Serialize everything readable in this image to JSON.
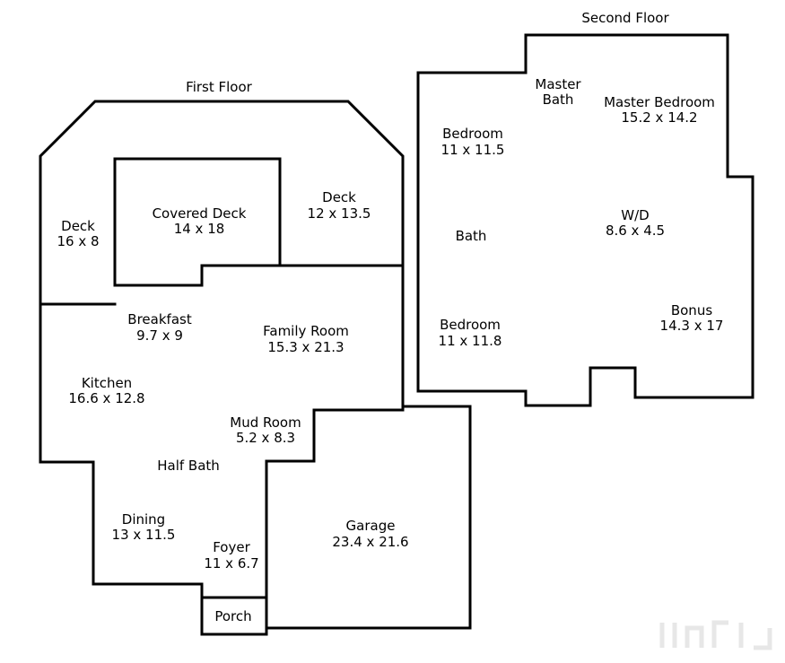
{
  "floors": {
    "first": "First Floor",
    "second": "Second Floor"
  },
  "rooms": {
    "deck_left": {
      "name": "Deck",
      "size": "16 x 8"
    },
    "covered_deck": {
      "name": "Covered Deck",
      "size": "14 x 18"
    },
    "deck_right": {
      "name": "Deck",
      "size": "12 x 13.5"
    },
    "breakfast": {
      "name": "Breakfast",
      "size": "9.7 x 9"
    },
    "family_room": {
      "name": "Family Room",
      "size": "15.3 x 21.3"
    },
    "kitchen": {
      "name": "Kitchen",
      "size": "16.6 x 12.8"
    },
    "mud_room": {
      "name": "Mud Room",
      "size": "5.2 x 8.3"
    },
    "half_bath": {
      "name": "Half Bath"
    },
    "dining": {
      "name": "Dining",
      "size": "13 x 11.5"
    },
    "foyer": {
      "name": "Foyer",
      "size": "11 x 6.7"
    },
    "garage": {
      "name": "Garage",
      "size": "23.4 x 21.6"
    },
    "porch": {
      "name": "Porch"
    },
    "master_bath": {
      "line1": "Master",
      "line2": "Bath"
    },
    "master_bedroom": {
      "name": "Master Bedroom",
      "size": "15.2 x 14.2"
    },
    "bedroom_top": {
      "name": "Bedroom",
      "size": "11 x 11.5"
    },
    "bath": {
      "name": "Bath"
    },
    "wd": {
      "name": "W/D",
      "size": "8.6 x 4.5"
    },
    "bedroom_bottom": {
      "name": "Bedroom",
      "size": "11 x 11.8"
    },
    "bonus": {
      "name": "Bonus",
      "size": "14.3 x 17"
    }
  }
}
